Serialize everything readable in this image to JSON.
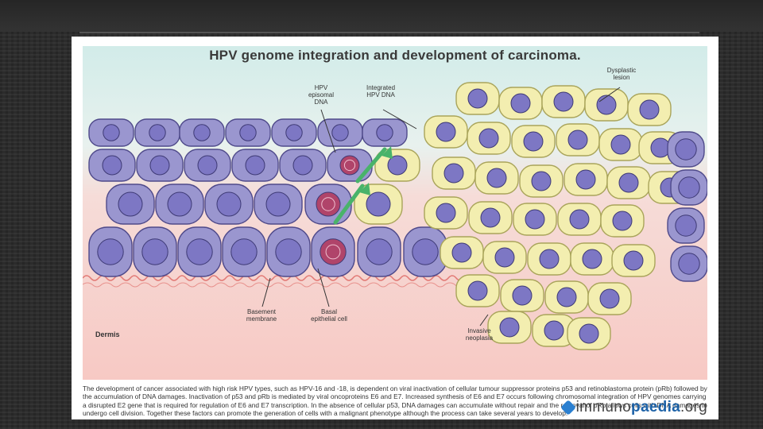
{
  "title": "HPV genome integration and development of carcinoma.",
  "labels": {
    "episomal": "HPV episomal DNA",
    "integrated": "Integrated HPV DNA",
    "dysplastic": "Dysplastic lesion",
    "basement": "Basement membrane",
    "basal": "Basal epithelial cell",
    "invasive": "Invasive neoplasia",
    "dermis": "Dermis"
  },
  "caption": "The development of cancer associated with high risk HPV types, such as HPV-16 and -18, is dependent on viral inactivation of cellular tumour suppressor proteins p53 and retinoblastoma protein (pRb) followed by the accumulation of DNA damages. Inactivation of p53 and pRb is mediated by viral oncoproteins E6 and E7. Increased synthesis of E6 and E7 occurs following chromosomal integration of HPV genomes carrying a disrupted E2 gene that is required for regulation of E6 and E7 transcription. In the absence of cellular p53, DNA damages can accumulate without repair and the removal of pRb allows cells with DNA damages to undergo cell division. Together these factors can promote the generation of cells with a malignant phenotype although the process can take several years to develop.",
  "logo": {
    "prefix": "immuno",
    "accent": "paedia",
    "suffix": ".org"
  },
  "colors": {
    "normal_cell": "#9a96cf",
    "dysplastic_cell": "#f3eeb0",
    "nucleus": "#7d77c4",
    "infected_nucleus": "#b0446a",
    "arrow": "#49b36a",
    "membrane": "#d9524e"
  }
}
